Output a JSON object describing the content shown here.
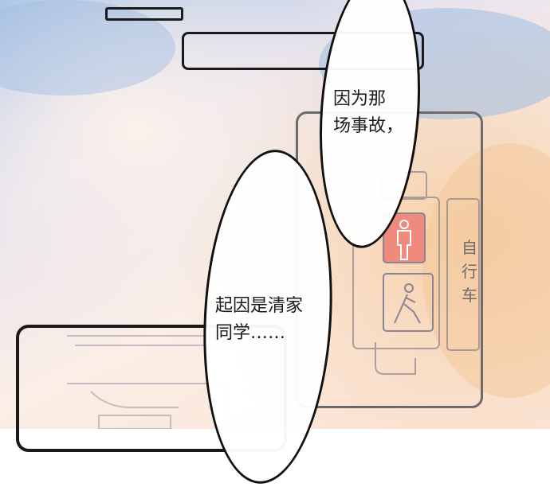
{
  "colors": {
    "sky_blue": "#a9c4e3",
    "peach": "#f6d2b0",
    "cream": "#fbeee6",
    "ink": "#111111",
    "signal_red": "#ef8a7c"
  },
  "bubbles": [
    {
      "lines": [
        "因为那",
        "场事故，"
      ]
    },
    {
      "lines": [
        "起因是清家",
        "同学……"
      ]
    }
  ],
  "sign": {
    "chars": [
      "自",
      "行",
      "车"
    ]
  }
}
